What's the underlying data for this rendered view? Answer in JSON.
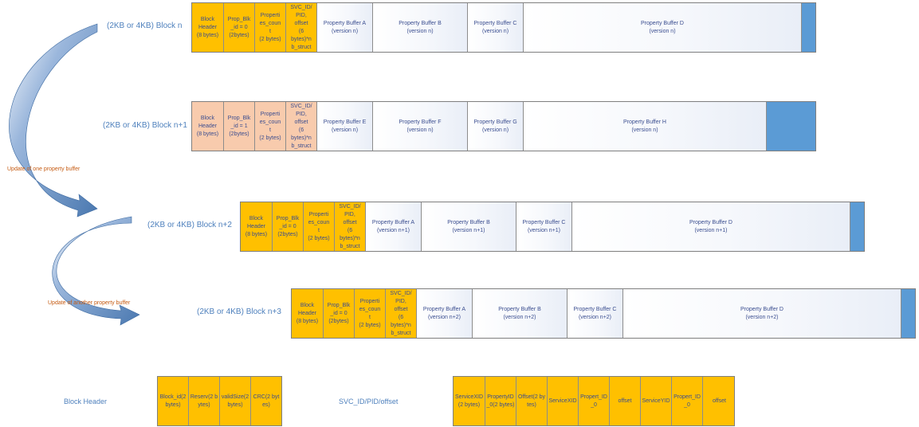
{
  "colors": {
    "header_yellow": "#ffc000",
    "header_peach": "#f8cbad",
    "end_block_blue": "#5b9bd5",
    "arrow_blue": "#4f81bd",
    "label_blue": "#4f81bd",
    "annotation_orange": "#c55a11"
  },
  "blocks": [
    {
      "label": "(2KB or 4KB) Block n",
      "cells": [
        {
          "lines": [
            "Block",
            "Header",
            "(8 bytes)"
          ]
        },
        {
          "lines": [
            "Prop_Blk",
            "_id = 0",
            "(2bytes)"
          ]
        },
        {
          "lines": [
            "Properti",
            "es_coun",
            "t",
            "(2 bytes)"
          ]
        },
        {
          "lines": [
            "SVC_ID/",
            "PID,",
            "offset",
            "(6",
            "bytes)*n",
            "b_struct"
          ]
        },
        {
          "lines": [
            "Property Buffer A",
            "(version n)"
          ]
        },
        {
          "lines": [
            "Property Buffer B",
            "(version n)"
          ]
        },
        {
          "lines": [
            "Property Buffer C",
            "(version n)"
          ]
        },
        {
          "lines": [
            "Property Buffer D",
            "(version n)"
          ]
        }
      ]
    },
    {
      "label": "(2KB or 4KB) Block n+1",
      "cells": [
        {
          "lines": [
            "Block",
            "Header",
            "(8 bytes)"
          ]
        },
        {
          "lines": [
            "Prop_Blk",
            "_id = 1",
            "(2bytes)"
          ]
        },
        {
          "lines": [
            "Properti",
            "es_coun",
            "t",
            "(2 bytes)"
          ]
        },
        {
          "lines": [
            "SVC_ID/",
            "PID,",
            "offset",
            "(6",
            "bytes)*n",
            "b_struct"
          ]
        },
        {
          "lines": [
            "Property Buffer E",
            "(version n)"
          ]
        },
        {
          "lines": [
            "Property Buffer F",
            "(version n)"
          ]
        },
        {
          "lines": [
            "Property Buffer G",
            "(version n)"
          ]
        },
        {
          "lines": [
            "Property Buffer H",
            "(version n)"
          ]
        }
      ]
    },
    {
      "label": "(2KB or 4KB) Block n+2",
      "cells": [
        {
          "lines": [
            "Block",
            "Header",
            "(8 bytes)"
          ]
        },
        {
          "lines": [
            "Prop_Blk",
            "_id = 0",
            "(2bytes)"
          ]
        },
        {
          "lines": [
            "Properti",
            "es_coun",
            "t",
            "(2 bytes)"
          ]
        },
        {
          "lines": [
            "SVC_ID/",
            "PID,",
            "offset",
            "(6",
            "bytes)*n",
            "b_struct"
          ]
        },
        {
          "lines": [
            "Property Buffer A",
            "(version n+1)"
          ]
        },
        {
          "lines": [
            "Property Buffer B",
            "(version n+1)"
          ]
        },
        {
          "lines": [
            "Property Buffer C",
            "(version n+1)"
          ]
        },
        {
          "lines": [
            "Property Buffer D",
            "(version n+1)"
          ]
        }
      ]
    },
    {
      "label": "(2KB or 4KB) Block n+3",
      "cells": [
        {
          "lines": [
            "Block",
            "Header",
            "(8 bytes)"
          ]
        },
        {
          "lines": [
            "Prop_Blk",
            "_id = 0",
            "(2bytes)"
          ]
        },
        {
          "lines": [
            "Properti",
            "es_coun",
            "t",
            "(2 bytes)"
          ]
        },
        {
          "lines": [
            "SVC_ID/",
            "PID,",
            "offset",
            "(6",
            "bytes)*n",
            "b_struct"
          ]
        },
        {
          "lines": [
            "Property Buffer A",
            "(version n+2)"
          ]
        },
        {
          "lines": [
            "Property Buffer B",
            "(version n+2)"
          ]
        },
        {
          "lines": [
            "Property Buffer C",
            "(version n+2)"
          ]
        },
        {
          "lines": [
            "Property Buffer D",
            "(version n+2)"
          ]
        }
      ]
    }
  ],
  "annotations": {
    "first": "Update of one property buffer",
    "second": "Update of another property buffer"
  },
  "legend": {
    "block_header": {
      "label": "Block Header",
      "cells": [
        {
          "lines": [
            "Block_id",
            "(2 bytes)"
          ]
        },
        {
          "lines": [
            "Reserv",
            "(2 bytes)"
          ]
        },
        {
          "lines": [
            "valid",
            "Size",
            "(2 bytes)"
          ]
        },
        {
          "lines": [
            "CRC",
            "(2 bytes)"
          ]
        }
      ]
    },
    "svc": {
      "label": "SVC_ID/PID/offset",
      "cells": [
        {
          "lines": [
            "ServiceX",
            "ID",
            "(2 bytes)"
          ]
        },
        {
          "lines": [
            "Property",
            "ID_0",
            "(2 bytes)"
          ]
        },
        {
          "lines": [
            "Offset",
            "(2 bytes)"
          ]
        },
        {
          "lines": [
            "ServiceX",
            "ID"
          ]
        },
        {
          "lines": [
            "Propert_",
            "ID_0"
          ]
        },
        {
          "lines": [
            "offset"
          ]
        },
        {
          "lines": [
            "ServiceY",
            "ID"
          ]
        },
        {
          "lines": [
            "Propert_",
            "ID_0"
          ]
        },
        {
          "lines": [
            "offset"
          ]
        }
      ]
    }
  }
}
